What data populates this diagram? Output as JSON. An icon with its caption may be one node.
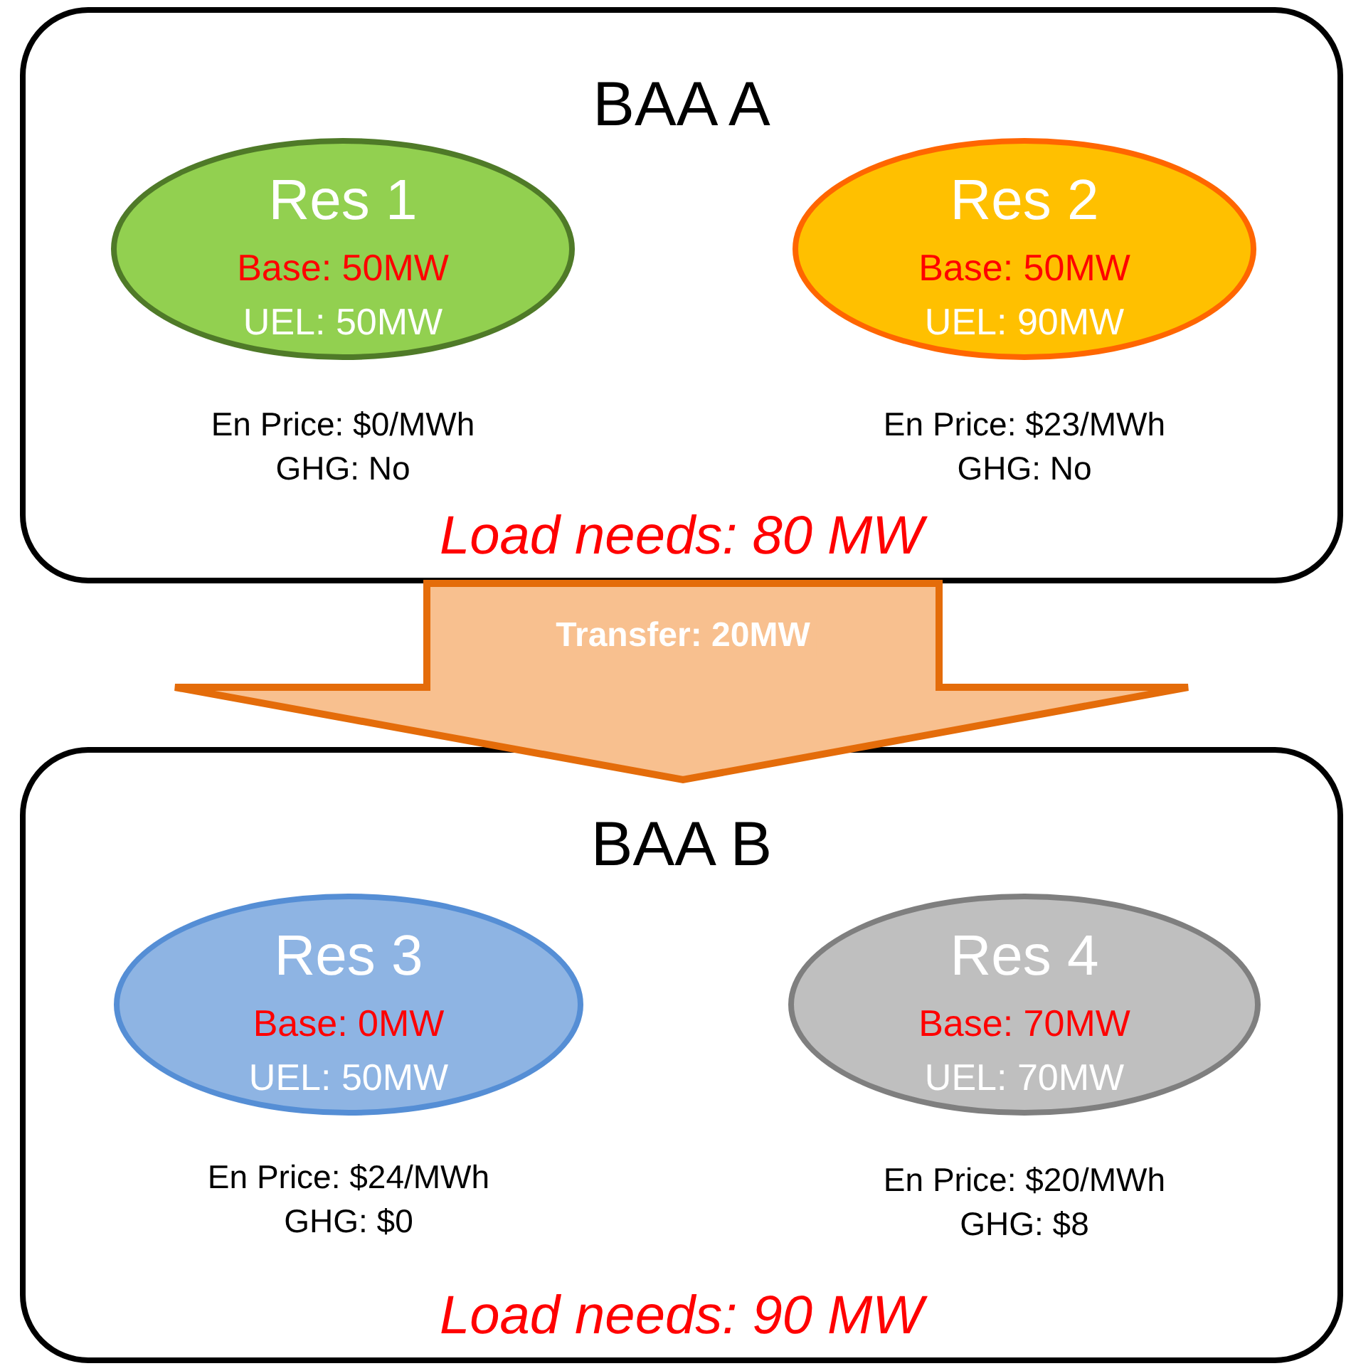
{
  "diagram": {
    "nodes": [
      {
        "text": [
          "BAA A",
          "Load needs: 80 MW"
        ]
      },
      {
        "text": [
          "Res 1",
          "Base: 50MW",
          "UEL: 50MW"
        ],
        "in": 0,
        "beside": [
          "En Price: $0/MWh",
          "GHG: No"
        ]
      },
      {
        "text": [
          "Res 2",
          "Base: 50MW",
          "UEL: 90MW"
        ],
        "in": 0,
        "beside": [
          "En Price: $23/MWh",
          "GHG: No"
        ]
      },
      {
        "text": [
          "BAA B",
          "Load needs: 90 MW"
        ]
      },
      {
        "text": [
          "Res 3",
          "Base: 0MW",
          "UEL: 50MW"
        ],
        "in": 3,
        "beside": [
          "En Price: $24/MWh",
          "GHG: $0"
        ]
      },
      {
        "text": [
          "Res 4",
          "Base: 70MW",
          "UEL: 70MW"
        ],
        "in": 3,
        "beside": [
          "En Price: $20/MWh",
          "GHG: $8"
        ]
      }
    ],
    "edges": [
      {
        "from": 0,
        "to": 3,
        "arrow": "to",
        "label": "Transfer: 20MW",
        "style": "thick",
        "color": "#e46c0a"
      }
    ]
  }
}
